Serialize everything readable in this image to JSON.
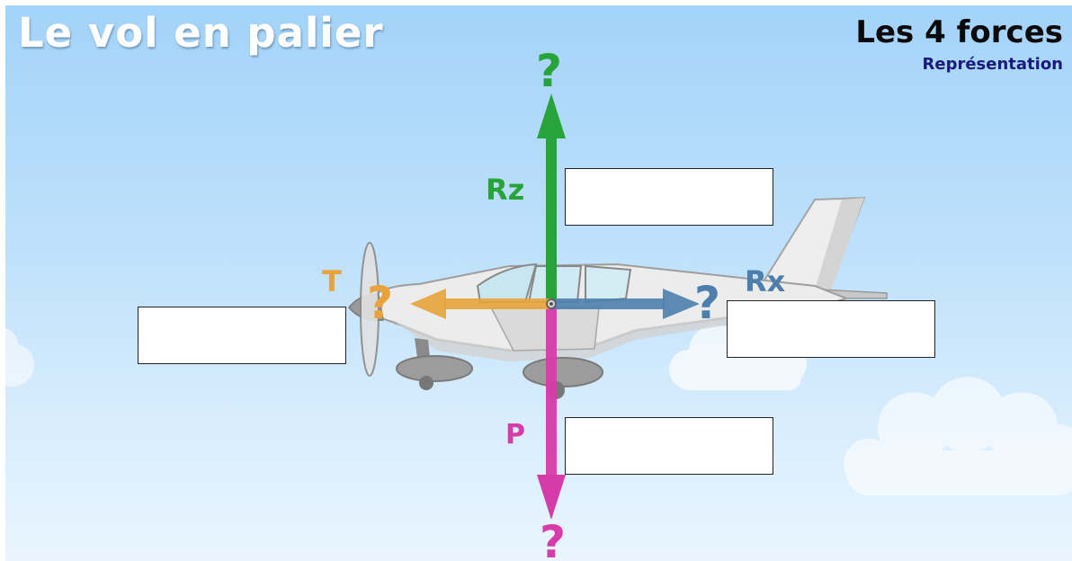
{
  "title": "Le vol en palier",
  "header": {
    "main": "Les 4 forces",
    "sub": "Représentation"
  },
  "colors": {
    "lift": "#28a339",
    "weight": "#d63ba9",
    "thrust": "#e8a43a",
    "drag": "#4d7fad",
    "sky_top": "#a3d3f9",
    "sky_bottom": "#e9f5fe"
  },
  "forces": {
    "lift": {
      "label": "Rz",
      "question": "?"
    },
    "weight": {
      "label": "P",
      "question": "?"
    },
    "thrust": {
      "label": "T",
      "question": "?"
    },
    "drag": {
      "label": "Rx",
      "question": "?"
    }
  },
  "answer_boxes": {
    "lift": "",
    "weight": "",
    "thrust": "",
    "drag": ""
  }
}
